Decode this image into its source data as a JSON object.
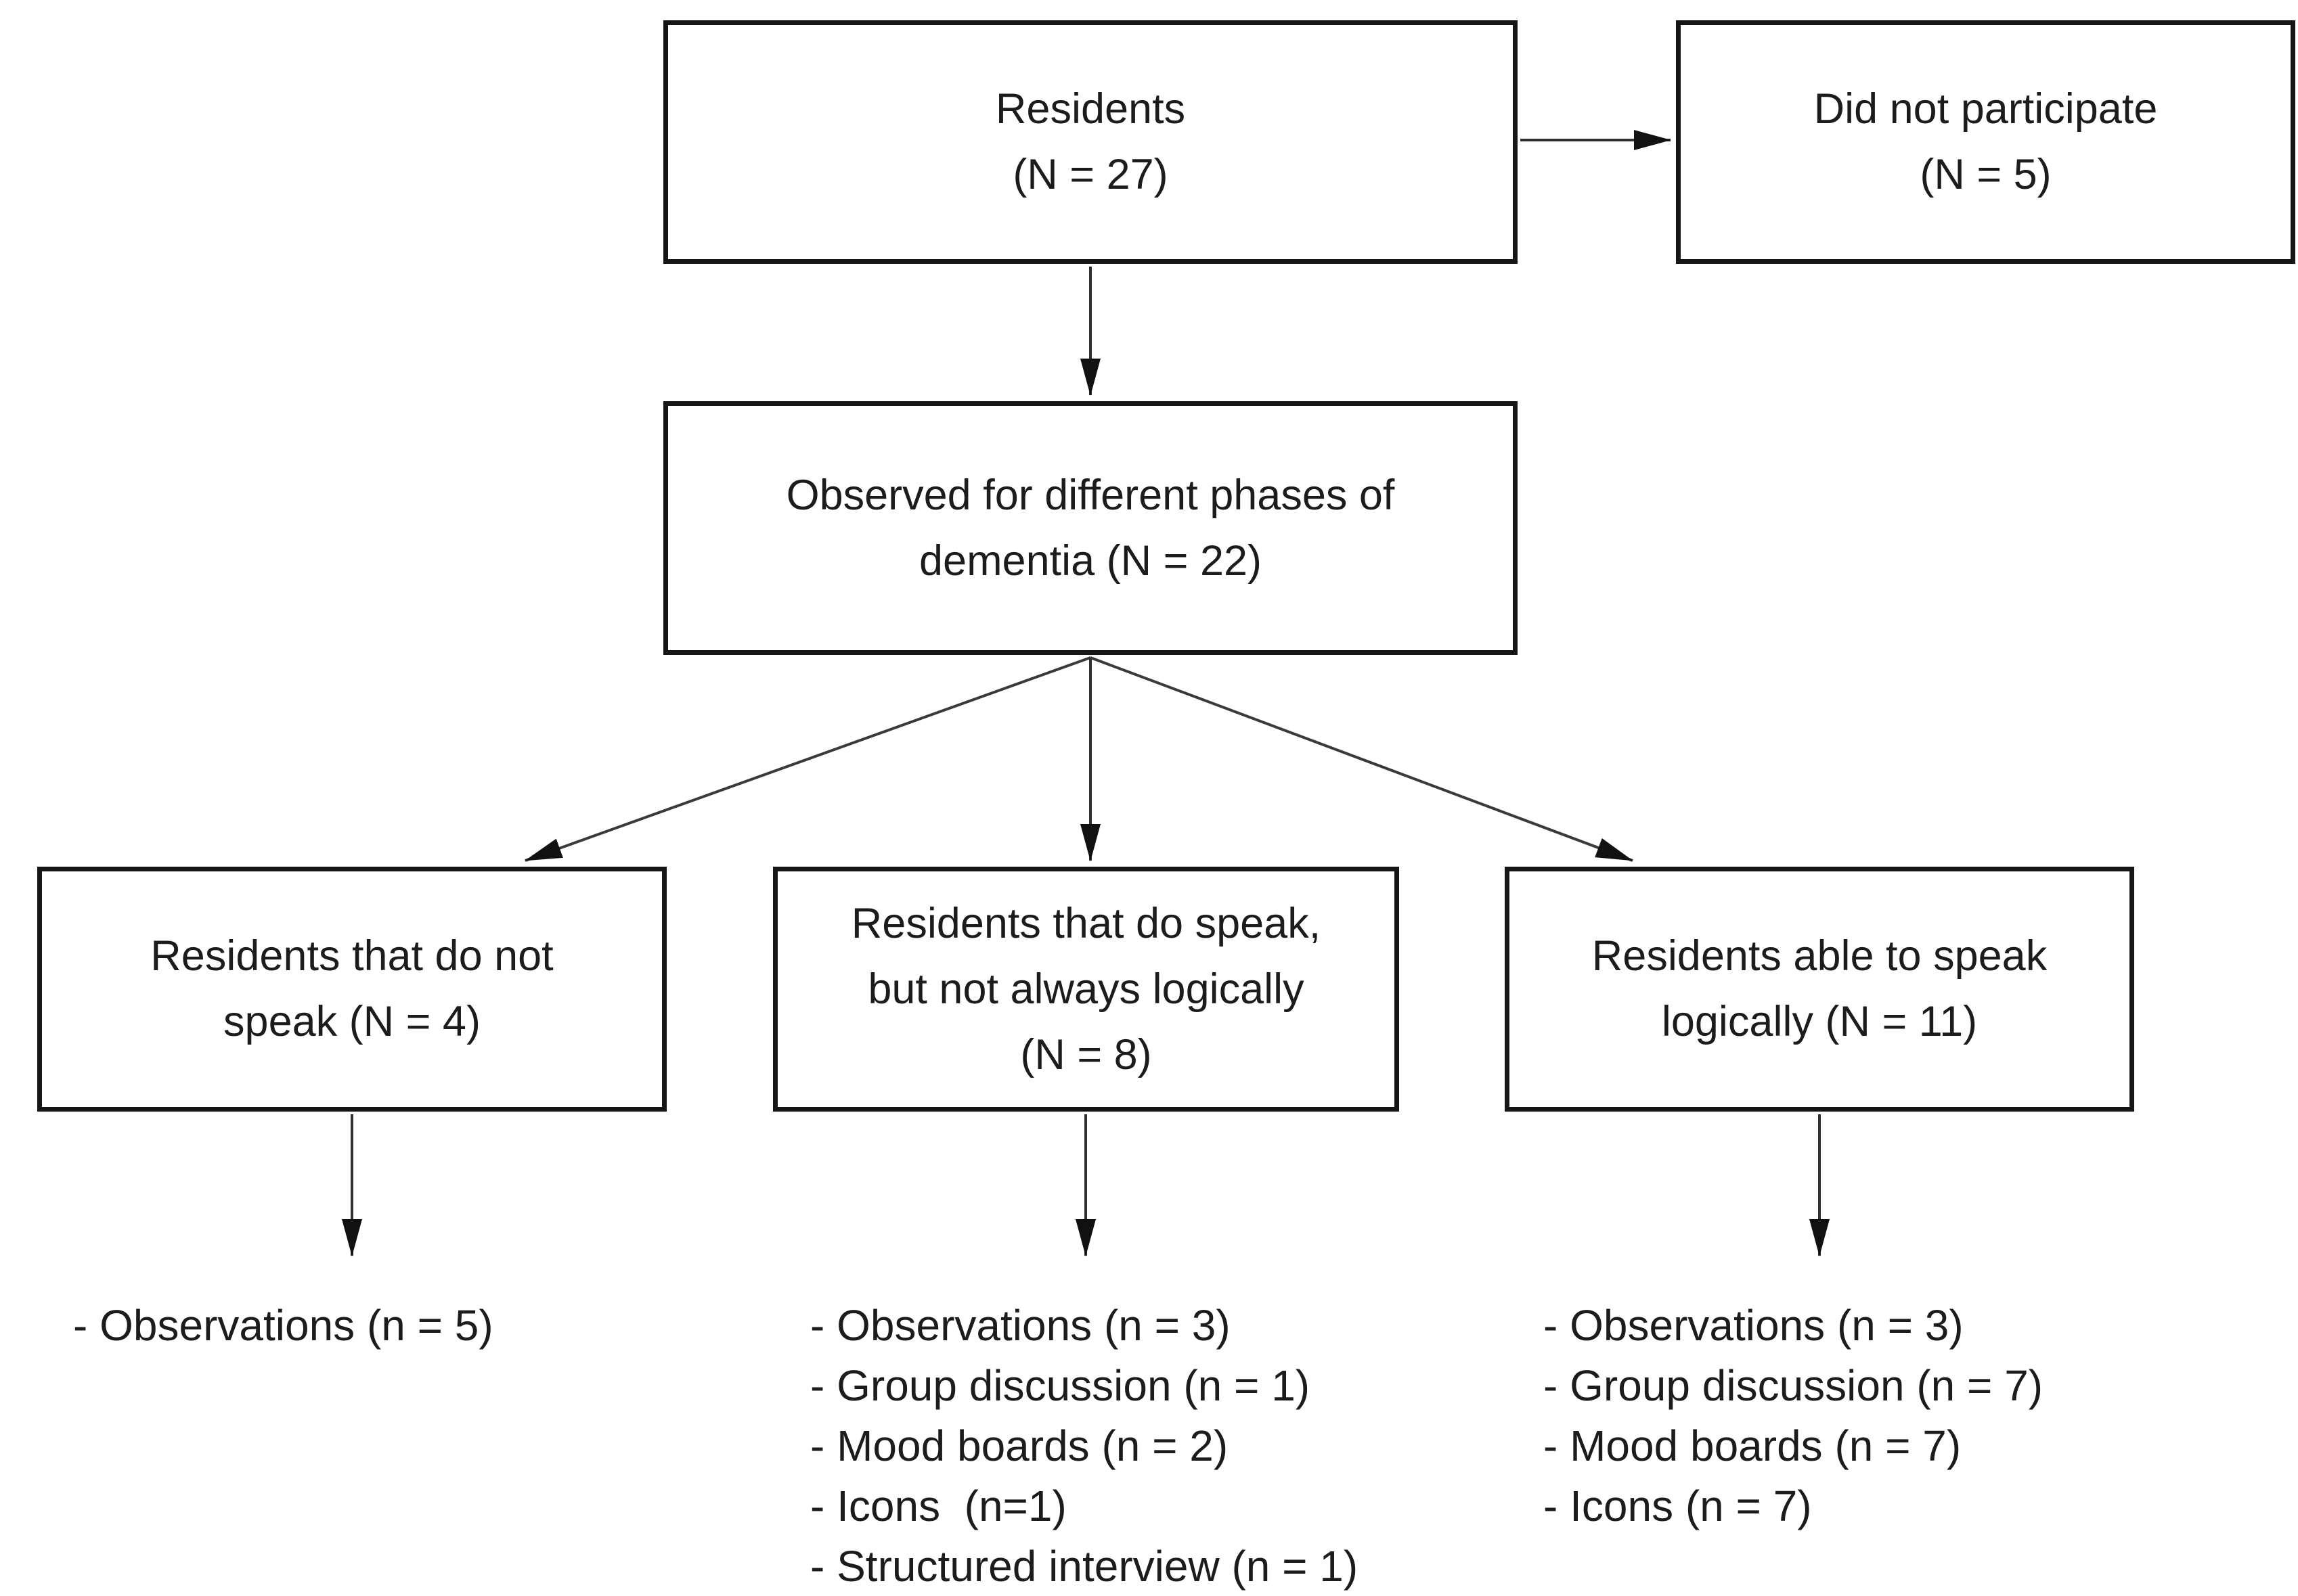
{
  "flowchart": {
    "residents_box": {
      "lines": [
        "Residents",
        "(N = 27)"
      ]
    },
    "did_not_participate_box": {
      "lines": [
        "Did not participate",
        "(N = 5)"
      ]
    },
    "observed_box": {
      "lines": [
        "Observed for different phases of",
        "dementia (N = 22)"
      ]
    },
    "group_boxes": [
      {
        "lines": [
          "Residents that do not",
          "speak (N = 4)"
        ]
      },
      {
        "lines": [
          "Residents that do speak,",
          "but not always logically",
          "(N = 8)"
        ]
      },
      {
        "lines": [
          "Residents able to speak",
          "logically (N = 11)"
        ]
      }
    ],
    "method_lists": [
      {
        "items": [
          "- Observations (n = 5)"
        ]
      },
      {
        "items": [
          "- Observations (n = 3)",
          "- Group discussion (n = 1)",
          "- Mood boards (n = 2)",
          "- Icons  (n=1)",
          "- Structured interview (n = 1)"
        ]
      },
      {
        "items": [
          "- Observations (n = 3)",
          "- Group discussion (n = 7)",
          "- Mood boards (n = 7)",
          "- Icons (n = 7)"
        ]
      }
    ],
    "colors": {
      "line": "#2f2f2f",
      "arrowhead": "#111111",
      "border": "#161616",
      "text": "#1c1c1c",
      "background": "#ffffff"
    }
  }
}
